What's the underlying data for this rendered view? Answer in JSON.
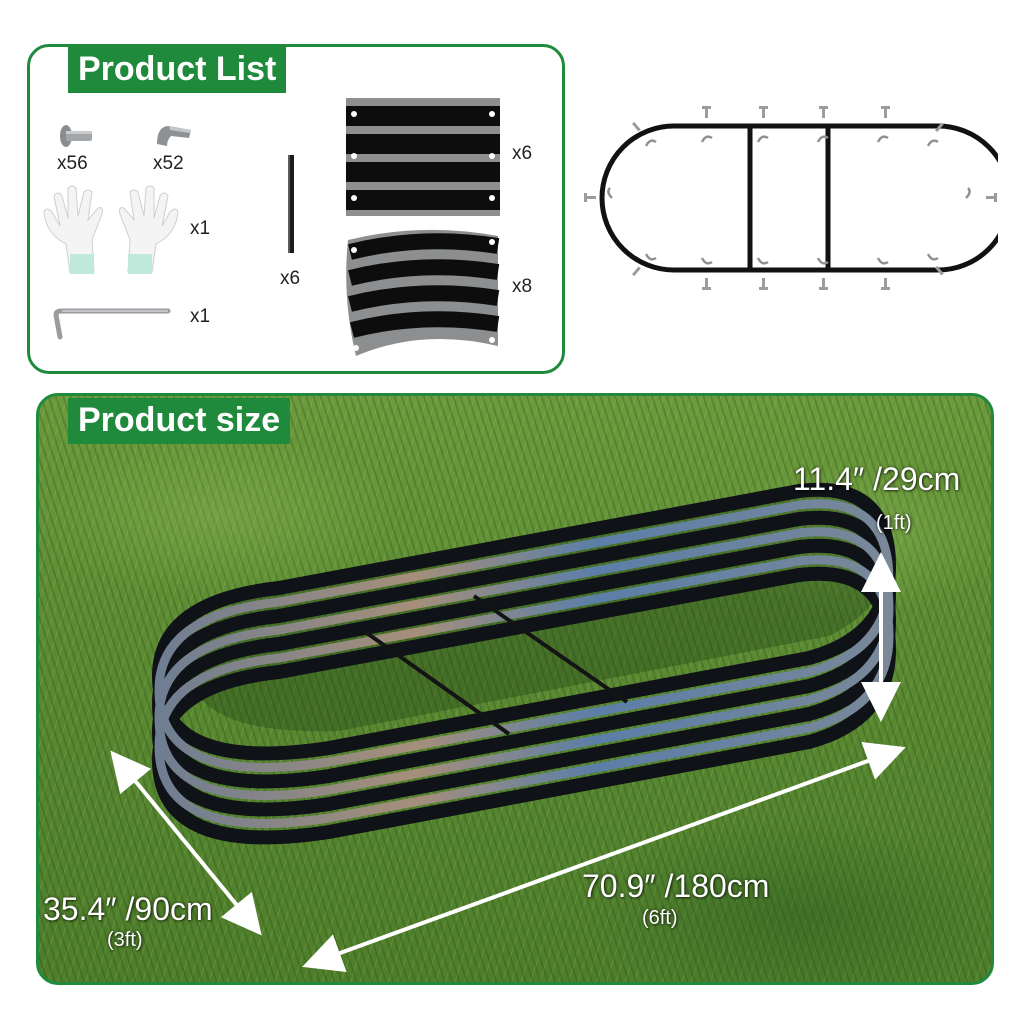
{
  "product_list": {
    "title": "Product List",
    "items": [
      {
        "icon": "bolt-icon",
        "qty": "x56"
      },
      {
        "icon": "nut-clip-icon",
        "qty": "x52"
      },
      {
        "icon": "gloves-icon",
        "qty": "x1"
      },
      {
        "icon": "hex-key-icon",
        "qty": "x1"
      },
      {
        "icon": "support-rod-icon",
        "qty": "x6"
      },
      {
        "icon": "straight-panel-icon",
        "qty": "x6"
      },
      {
        "icon": "curved-panel-icon",
        "qty": "x8"
      }
    ]
  },
  "product_size": {
    "title": "Product size",
    "height": {
      "main": "11.4″ /29cm",
      "sub": "(1ft)"
    },
    "length": {
      "main": "70.9″ /180cm",
      "sub": "(6ft)"
    },
    "width": {
      "main": "35.4″ /90cm",
      "sub": "(3ft)"
    }
  },
  "colors": {
    "accent": "#1f8a3c",
    "bed": "#101418",
    "arrow": "#ffffff"
  }
}
